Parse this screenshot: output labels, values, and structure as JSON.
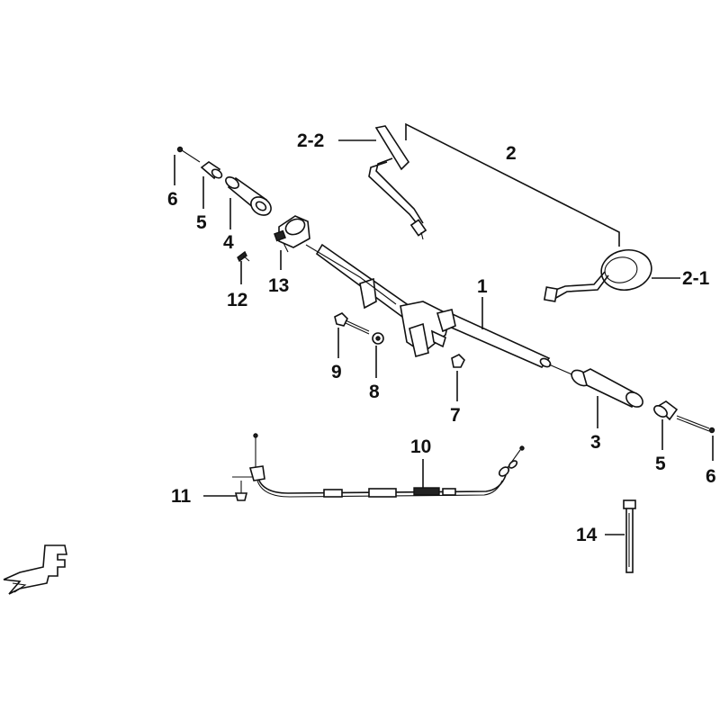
{
  "diagram": {
    "labels": {
      "p1": "1",
      "p2": "2",
      "p2_1": "2-1",
      "p2_2": "2-2",
      "p3": "3",
      "p4": "4",
      "p5_left": "5",
      "p5_right": "5",
      "p6_left": "6",
      "p6_right": "6",
      "p7": "7",
      "p8": "8",
      "p9": "9",
      "p10": "10",
      "p11": "11",
      "p12": "12",
      "p13": "13",
      "p14": "14"
    },
    "direction_marker": "F",
    "colors": {
      "ink": "#111111",
      "background": "#ffffff"
    }
  }
}
